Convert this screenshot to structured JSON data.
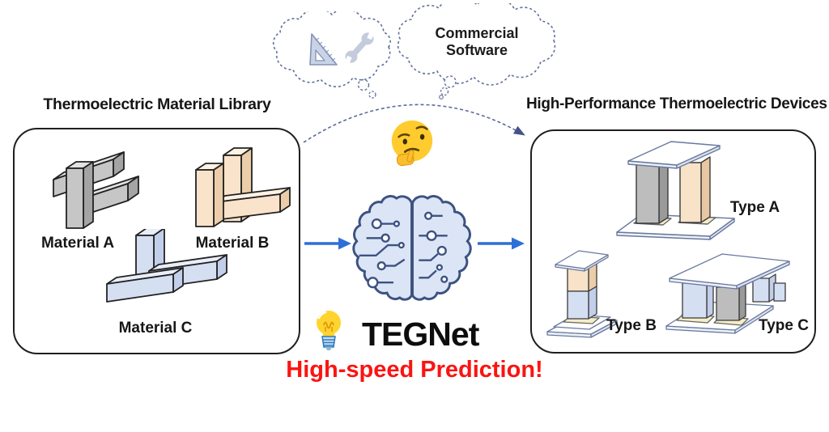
{
  "clouds": {
    "tools_cloud": {
      "icons": [
        "set-square-icon",
        "wrench-icon"
      ]
    },
    "software_cloud": {
      "text": "Commercial Software"
    }
  },
  "left_panel": {
    "title": "Thermoelectric Material Library",
    "materials": [
      {
        "label": "Material A",
        "color_family": "gray"
      },
      {
        "label": "Material B",
        "color_family": "peach"
      },
      {
        "label": "Material C",
        "color_family": "blue"
      }
    ]
  },
  "center": {
    "model_name": "TEGNet",
    "tagline": "High-speed Prediction!",
    "icons": [
      "thinking-face-emoji",
      "brain-circuit-icon",
      "lightbulb-icon"
    ]
  },
  "right_panel": {
    "title": "High-Performance Thermoelectric Devices",
    "devices": [
      {
        "label": "Type A"
      },
      {
        "label": "Type B"
      },
      {
        "label": "Type C"
      }
    ]
  },
  "palette": {
    "arrow_blue": "#2d6fd9",
    "tagline_red": "#fa1412",
    "brain_fill": "#dce5f6",
    "brain_outline": "#3d5280",
    "cloud_stroke": "#5f6f9b",
    "material_gray": "#c6c6c6",
    "material_peach": "#fae3cb",
    "material_blue": "#d5dff2",
    "pad_yellow": "#f4edc8",
    "plate_edge": "#68799f",
    "box_border": "#1f1f1f"
  }
}
